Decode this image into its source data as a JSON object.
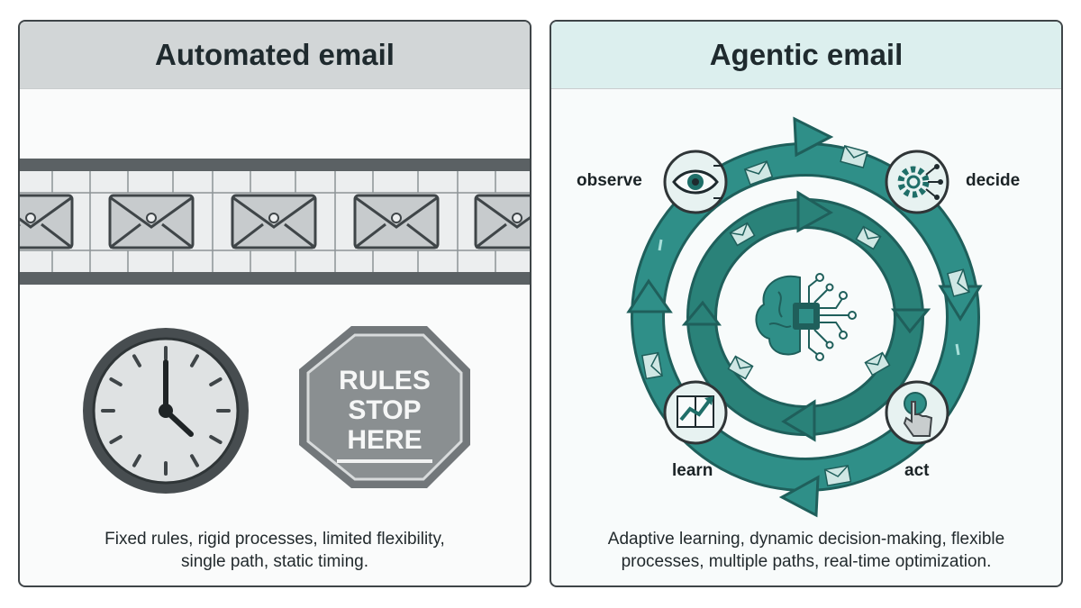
{
  "left_panel": {
    "title": "Automated email",
    "sign_lines": [
      "RULES",
      "STOP",
      "HERE"
    ],
    "caption_lines": [
      "Fixed rules, rigid processes, limited flexibility,",
      "single path, static timing."
    ],
    "icons": [
      "email-icon",
      "clock-icon",
      "stop-sign-icon"
    ]
  },
  "right_panel": {
    "title": "Agentic email",
    "stages": [
      {
        "label": "observe",
        "icon": "eye-icon"
      },
      {
        "label": "decide",
        "icon": "gear-circuit-icon"
      },
      {
        "label": "act",
        "icon": "tap-hand-icon"
      },
      {
        "label": "learn",
        "icon": "chart-book-icon"
      }
    ],
    "center_icon": "brain-chip-icon",
    "caption_lines": [
      "Adaptive learning, dynamic decision-making, flexible",
      "processes, multiple paths, real-time optimization."
    ]
  },
  "colors": {
    "teal": "#2a8b84",
    "teal_dark": "#1d6b66",
    "gray_dark": "#3f4548",
    "gray_sign": "#7d8284"
  }
}
